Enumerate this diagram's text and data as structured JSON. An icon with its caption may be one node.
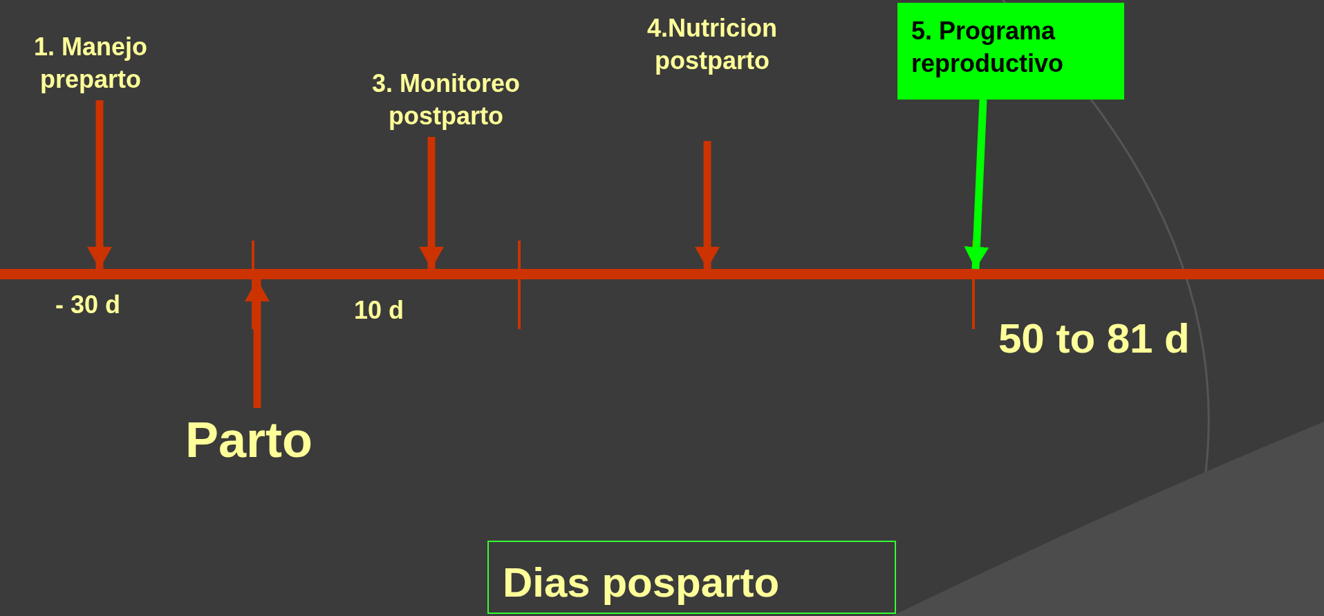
{
  "diagram": {
    "nodes": [
      {
        "text": [
          "1. Manejo preparto"
        ]
      },
      {
        "text": [
          "3. Monitoreo postparto"
        ]
      },
      {
        "text": [
          "4.Nutricion postparto"
        ]
      },
      {
        "text": [
          "5. Programa reproductivo"
        ]
      },
      {
        "text": [],
        "shape": "bar"
      },
      {
        "text": [
          "Parto"
        ]
      },
      {
        "text": [
          "Dias posparto"
        ]
      }
    ],
    "edges": [
      {
        "from": 0,
        "to": 4,
        "arrow": "to"
      },
      {
        "from": 1,
        "to": 4,
        "arrow": "to"
      },
      {
        "from": 2,
        "to": 4,
        "arrow": "to"
      },
      {
        "from": 3,
        "to": 4,
        "arrow": "to",
        "color": "#00ff00"
      },
      {
        "from": 5,
        "to": 4,
        "arrow": "to"
      }
    ],
    "labels": [
      "- 30 d",
      "10 d",
      "50 to 81 d"
    ]
  }
}
